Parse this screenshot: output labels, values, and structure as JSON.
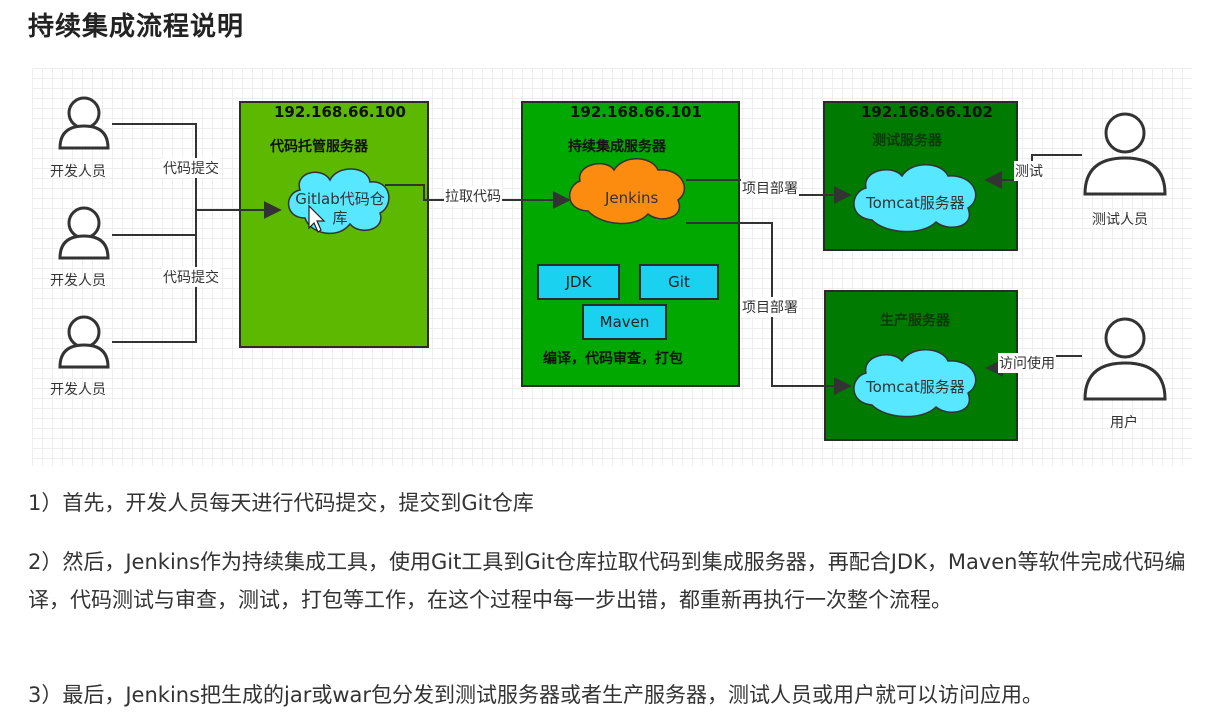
{
  "title": "持续集成流程说明",
  "diagram": {
    "developers": [
      "开发人员",
      "开发人员",
      "开发人员"
    ],
    "commit_labels": [
      "代码提交",
      "代码提交"
    ],
    "server_git": {
      "ip": "192.168.66.100",
      "name": "代码托管服务器",
      "cloud": "Gitlab代码仓库"
    },
    "pull_label": "拉取代码",
    "server_ci": {
      "ip": "192.168.66.101",
      "name": "持续集成服务器",
      "cloud": "Jenkins",
      "tools": [
        "JDK",
        "Git",
        "Maven"
      ],
      "caption": "编译，代码审查，打包"
    },
    "deploy_labels": [
      "项目部署",
      "项目部署"
    ],
    "server_test": {
      "ip": "192.168.66.102",
      "name": "测试服务器",
      "cloud": "Tomcat服务器"
    },
    "server_prod": {
      "name": "生产服务器",
      "cloud": "Tomcat服务器"
    },
    "test_label": "测试",
    "visit_label": "访问使用",
    "tester": "测试人员",
    "user": "用户",
    "colors": {
      "git_box": "#5cb800",
      "ci_box": "#00a800",
      "deploy_box": "#007a00",
      "cloud_blue": "#57e8ff",
      "cloud_orange": "#fb8c10",
      "tool_fill": "#1ad1f0"
    }
  },
  "paragraphs": [
    "1）首先，开发人员每天进行代码提交，提交到Git仓库",
    "2）然后，Jenkins作为持续集成工具，使用Git工具到Git仓库拉取代码到集成服务器，再配合JDK，Maven等软件完成代码编译，代码测试与审查，测试，打包等工作，在这个过程中每一步出错，都重新再执行一次整个流程。",
    "3）最后，Jenkins把生成的jar或war包分发到测试服务器或者生产服务器，测试人员或用户就可以访问应用。"
  ]
}
